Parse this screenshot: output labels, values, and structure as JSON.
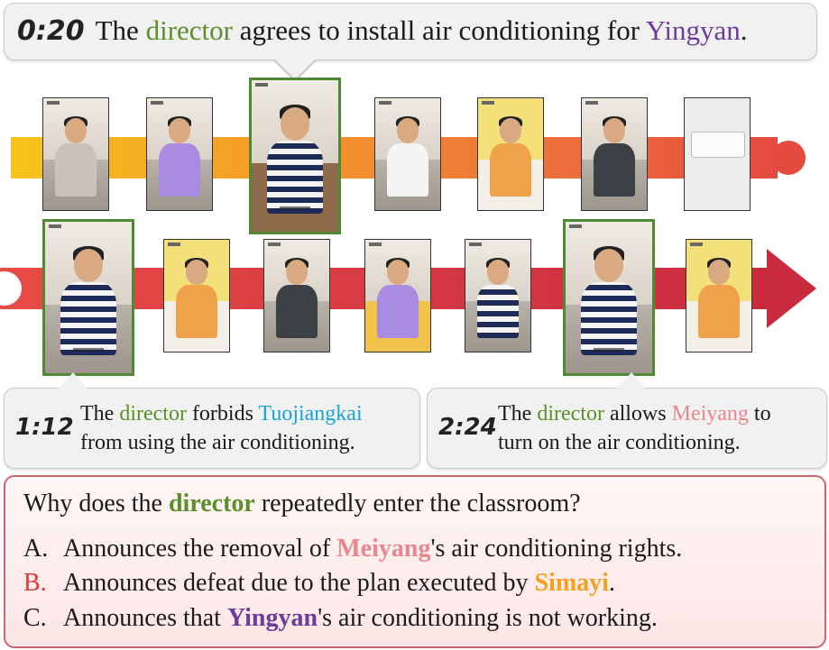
{
  "top_callout": {
    "timestamp": "0:20",
    "before": "The ",
    "subject": "director",
    "middle": " agrees to install air conditioning for ",
    "target": "Yingyan",
    "after": "."
  },
  "left_callout": {
    "timestamp": "1:12",
    "line1_subject": "director",
    "line1_pre": "The ",
    "line1_mid": " forbids ",
    "line1_target": "Tuojiangkai",
    "line2": "from using the air conditioning."
  },
  "right_callout": {
    "timestamp": "2:24",
    "line1_pre": "The ",
    "line1_subject": "director",
    "line1_mid": " allows ",
    "line1_target": "Meiyang",
    "line1_post": " to",
    "line2": "turn on the air conditioning."
  },
  "question": {
    "prefix": "Why does the ",
    "subject": "director",
    "suffix": " repeatedly enter the classroom?",
    "options": [
      {
        "letter": "A.",
        "pre": "Announces the removal of ",
        "name": "Meiyang",
        "post": "'s air conditioning rights.",
        "correct": false
      },
      {
        "letter": "B.",
        "pre": "Announces defeat due to the plan executed by ",
        "name": "Simayi",
        "post": ".",
        "correct": true
      },
      {
        "letter": "C.",
        "pre": "Announces that ",
        "name": "Yingyan",
        "post": "'s air conditioning is not working.",
        "correct": false
      }
    ]
  },
  "colors": {
    "director": "#5b8f2a",
    "Yingyan": "#6e3b9a",
    "Tuojiangkai": "#19a3d4",
    "Meiyang": "#e8878d",
    "Simayi": "#f2a21d",
    "correct_option": "#e03636",
    "highlight_frame": "#4e8a33"
  }
}
